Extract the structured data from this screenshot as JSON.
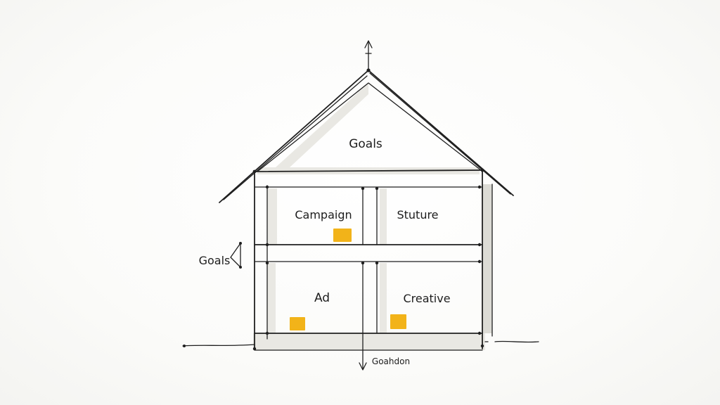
{
  "diagram": {
    "roof_label": "Goals",
    "rooms": {
      "top_left": "Campaign",
      "top_right": "Stuture",
      "bottom_left": "Ad",
      "bottom_right": "Creative"
    },
    "side_label": "Goals",
    "ground_label": "Goahdon"
  },
  "colors": {
    "ink": "#1f1f1f",
    "highlight": "#f2b319",
    "paper": "#fbfbf9"
  }
}
